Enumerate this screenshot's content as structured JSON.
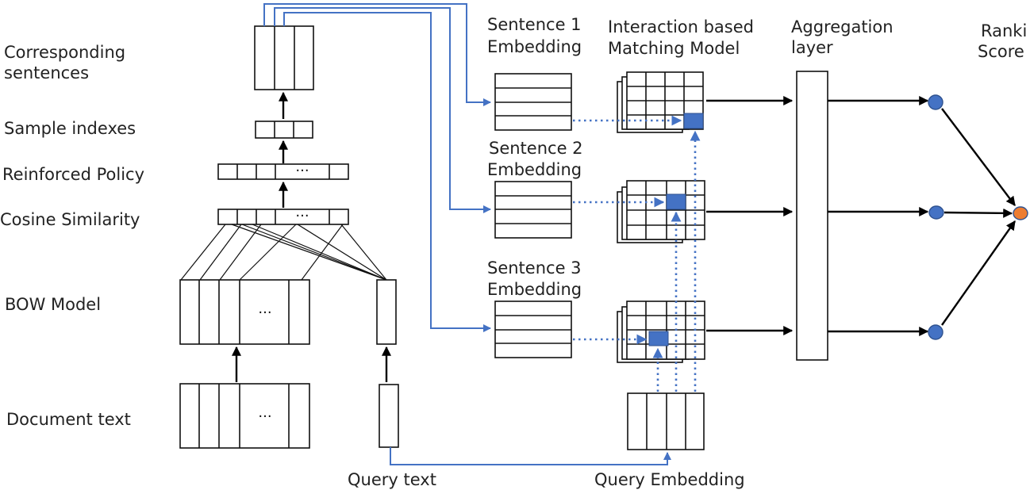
{
  "left_labels": {
    "corresponding_line1": "Corresponding",
    "corresponding_line2": "sentences",
    "sample_indexes": "Sample indexes",
    "reinforced_policy": "Reinforced Policy",
    "cosine_similarity": "Cosine Similarity",
    "bow_model": "BOW Model",
    "document_text": "Document text"
  },
  "bottom_labels": {
    "query_text": "Query text",
    "query_embedding": "Query Embedding"
  },
  "column_headers": {
    "sentence1_line1": "Sentence 1",
    "sentence1_line2": "Embedding",
    "interaction_line1": "Interaction based",
    "interaction_line2": "Matching Model",
    "aggregation_line1": "Aggregation",
    "aggregation_line2": "layer",
    "score_line1": "Ranki",
    "score_line2": "Score"
  },
  "sentence_labels": {
    "sentence2_line1": "Sentence 2",
    "sentence2_line2": "Embedding",
    "sentence3_line1": "Sentence 3",
    "sentence3_line2": "Embedding"
  },
  "ellipsis": "···",
  "colors": {
    "flow_blue": "#4472C4",
    "node_blue": "#4472C4",
    "node_orange": "#ED7D31",
    "black": "#000000"
  }
}
